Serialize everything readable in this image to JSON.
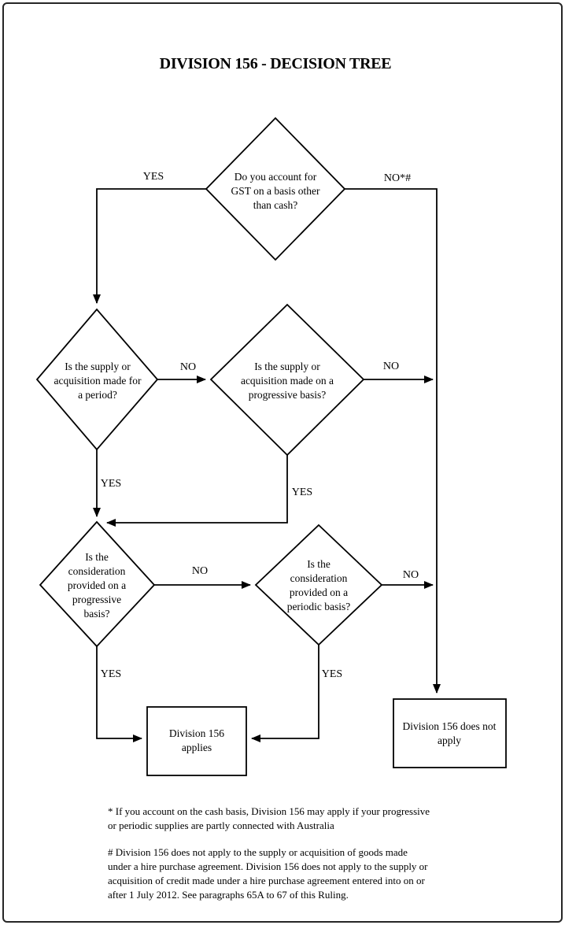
{
  "title": "DIVISION 156 - DECISION TREE",
  "nodes": {
    "q1": {
      "text": "Do you account for GST on a basis other than cash?"
    },
    "q2": {
      "text": "Is the supply or acquisition made for a period?"
    },
    "q3": {
      "text": "Is the supply or acquisition made on a progressive basis?"
    },
    "q4": {
      "text": "Is the consideration provided on a progressive basis?"
    },
    "q5": {
      "text": "Is the consideration provided on a periodic basis?"
    },
    "applies": {
      "text": "Division 156 applies"
    },
    "not_apply": {
      "text": "Division 156 does not apply"
    }
  },
  "edge_labels": {
    "q1_yes": "YES",
    "q1_no": "NO*#",
    "q2_no": "NO",
    "q2_yes": "YES",
    "q3_no": "NO",
    "q3_yes": "YES",
    "q4_no": "NO",
    "q4_yes": "YES",
    "q5_no": "NO",
    "q5_yes": "YES"
  },
  "footnotes": {
    "asterisk": "* If you account on the cash basis, Division 156 may apply if your progressive or periodic supplies are partly connected with Australia",
    "hash": "# Division 156 does not apply to the supply or acquisition of goods made under a hire purchase agreement. Division 156 does not apply to the supply or acquisition of credit made under a hire purchase agreement entered into on or after 1 July 2012. See paragraphs 65A to 67 of this Ruling."
  },
  "colors": {
    "line": "#000000",
    "background": "#ffffff"
  }
}
